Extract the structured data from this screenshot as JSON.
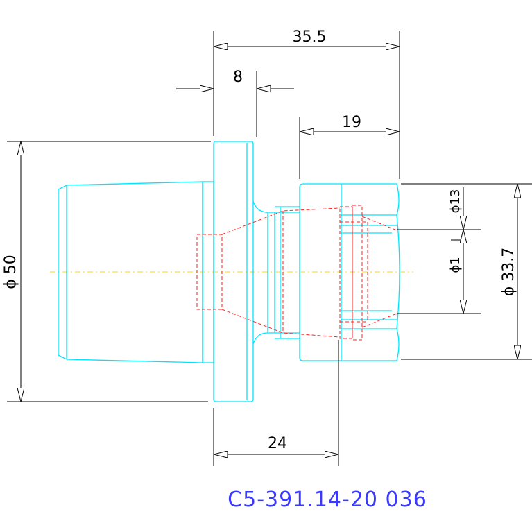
{
  "colors": {
    "outline": "#00e5ff",
    "hidden": "#ff2020",
    "centerline": "#ffd800",
    "dimension": "#000000",
    "part_label": "#3a3aff"
  },
  "dimensions": {
    "overall_length": "35.5",
    "flange_width": "8",
    "nut_length": "19",
    "shank_length": "24",
    "flange_diameter": "ϕ 50",
    "nut_diameter": "ϕ 33.7",
    "max_clamp_diameter": "ϕ13",
    "min_clamp_diameter": "ϕ1"
  },
  "part_label": "C5-391.14-20 036"
}
